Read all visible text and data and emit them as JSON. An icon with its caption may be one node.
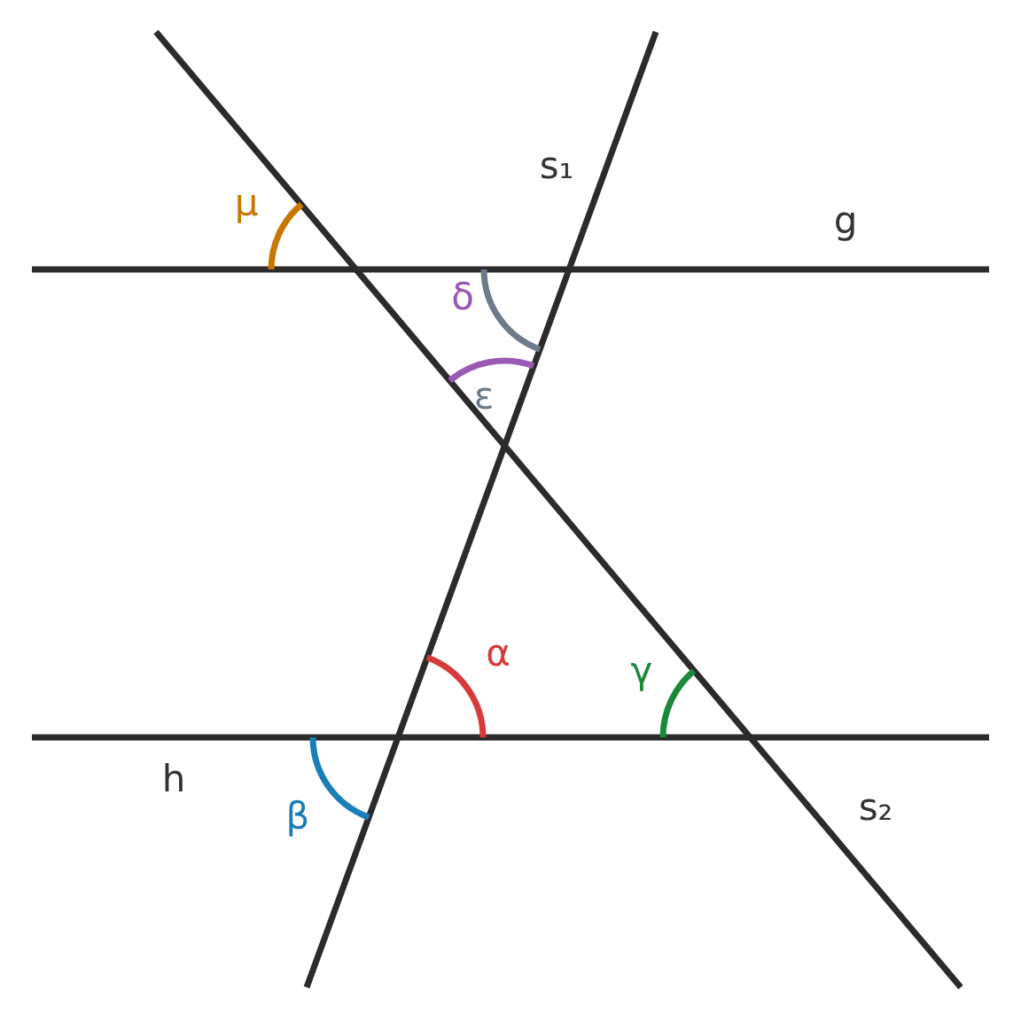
{
  "diagram": {
    "labels": [
      "μ",
      "s₁",
      "g",
      "δ",
      "ε",
      "α",
      "γ",
      "h",
      "β",
      "s₂"
    ]
  }
}
